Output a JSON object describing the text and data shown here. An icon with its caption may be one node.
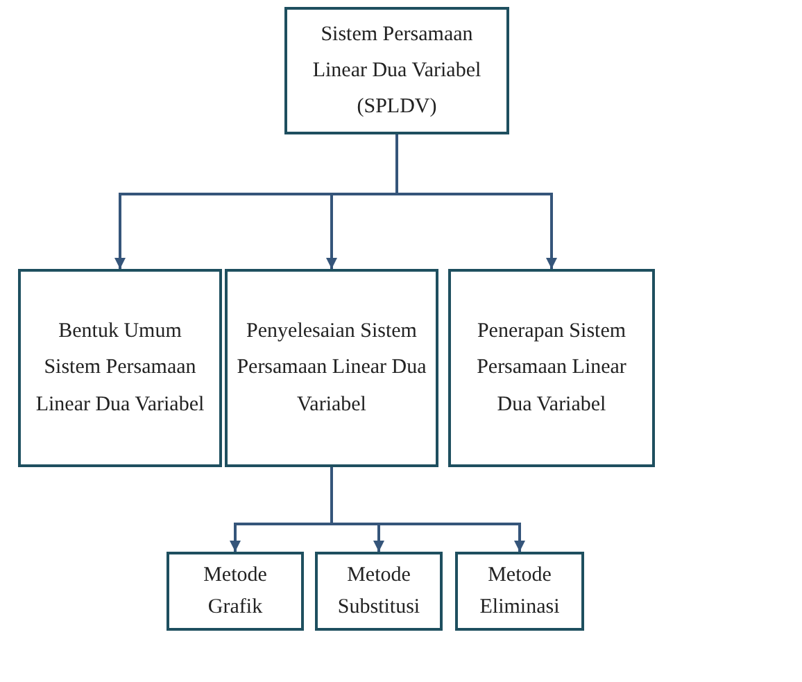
{
  "diagram": {
    "nodes": [
      {
        "text": [
          "Sistem Persamaan Linear Dua Variabel (SPLDV)"
        ]
      },
      {
        "text": [
          "Bentuk Umum Sistem Persamaan Linear Dua Variabel"
        ]
      },
      {
        "text": [
          "Penyelesaian Sistem Persamaan Linear Dua Variabel"
        ]
      },
      {
        "text": [
          "Penerapan Sistem Persamaan Linear Dua Variabel"
        ]
      },
      {
        "text": [
          "Metode Grafik"
        ]
      },
      {
        "text": [
          "Metode Substitusi"
        ]
      },
      {
        "text": [
          "Metode Eliminasi"
        ]
      }
    ],
    "edges": [
      {
        "from": 0,
        "to": 1,
        "arrow": "to"
      },
      {
        "from": 0,
        "to": 2,
        "arrow": "to"
      },
      {
        "from": 0,
        "to": 3,
        "arrow": "to"
      },
      {
        "from": 2,
        "to": 4,
        "arrow": "to"
      },
      {
        "from": 2,
        "to": 5,
        "arrow": "to"
      },
      {
        "from": 2,
        "to": 6,
        "arrow": "to"
      }
    ]
  }
}
